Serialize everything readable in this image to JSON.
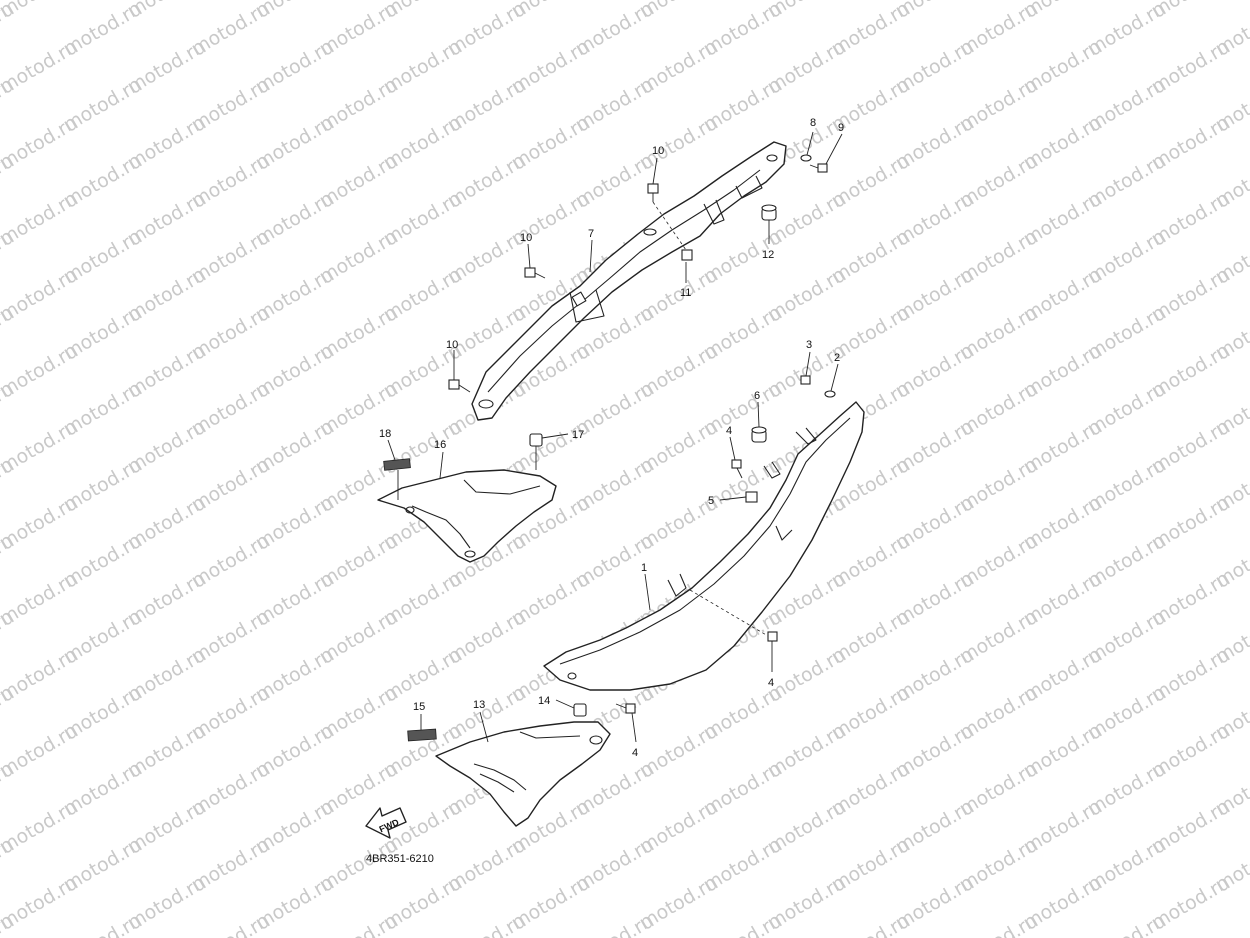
{
  "diagram": {
    "watermark_text": "motod.ru",
    "diagram_code": "4BR351-6210",
    "direction_label": "FWD",
    "callouts": {
      "c1": "1",
      "c2": "2",
      "c3": "3",
      "c4a": "4",
      "c4b": "4",
      "c4c": "4",
      "c5": "5",
      "c6": "6",
      "c7": "7",
      "c8": "8",
      "c9": "9",
      "c10a": "10",
      "c10b": "10",
      "c10c": "10",
      "c11": "11",
      "c12": "12",
      "c13": "13",
      "c14": "14",
      "c15": "15",
      "c16": "16",
      "c17": "17",
      "c18": "18"
    }
  }
}
